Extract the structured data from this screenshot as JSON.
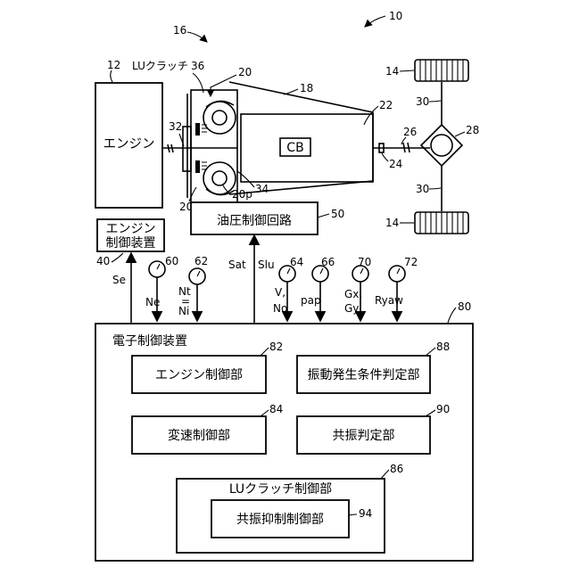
{
  "refs": {
    "r10": "10",
    "r12": "12",
    "r14a": "14",
    "r14b": "14",
    "r16": "16",
    "r18": "18",
    "r20": "20",
    "r20p": "20p",
    "r20t": "20t",
    "r22": "22",
    "r24": "24",
    "r26": "26",
    "r28": "28",
    "r30a": "30",
    "r30b": "30",
    "r32": "32",
    "r34": "34",
    "r36": "36",
    "r40": "40",
    "r50": "50",
    "r60": "60",
    "r62": "62",
    "r64": "64",
    "r66": "66",
    "r70": "70",
    "r72": "72",
    "r80": "80",
    "r82": "82",
    "r84": "84",
    "r86": "86",
    "r88": "88",
    "r90": "90",
    "r94": "94"
  },
  "labels": {
    "engine": "エンジン",
    "lu_clutch": "LUクラッチ",
    "cb": "CB",
    "hydraulic_circuit": "油圧制御回路",
    "engine_control_line1": "エンジン",
    "engine_control_line2": "制御装置",
    "electronic_control_unit": "電子制御装置",
    "engine_control_part": "エンジン制御部",
    "shift_control_part": "変速制御部",
    "vibration_condition_part": "振動発生条件判定部",
    "resonance_judgment_part": "共振判定部",
    "lu_clutch_control_part": "LUクラッチ制御部",
    "resonance_suppression_part": "共振抑制制御部"
  },
  "signals": {
    "se": "Se",
    "ne": "Ne",
    "nt": "Nt",
    "eq": "=",
    "ni": "Ni",
    "sat": "Sat",
    "slu": "Slu",
    "v": "V,",
    "no": "No",
    "pap": "pap",
    "gx": "Gx,",
    "gy": "Gy",
    "ryaw": "Ryaw"
  }
}
